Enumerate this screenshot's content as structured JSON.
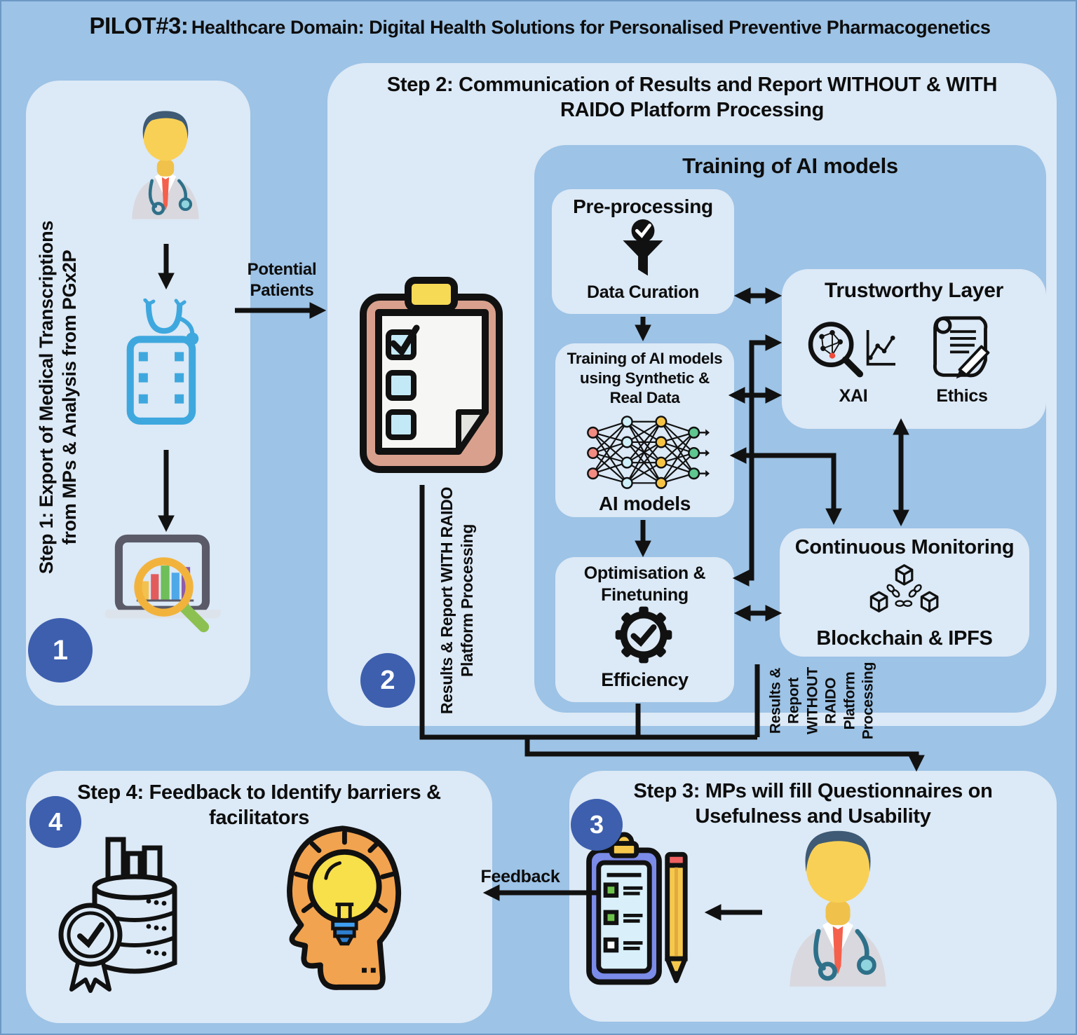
{
  "page": {
    "background": "#9DC3E6",
    "panel_bg": "#DCE9F6",
    "number_circle": "#3D5FAE",
    "ink": "#0D0D0D"
  },
  "header": {
    "title_prefix": "PILOT#3:",
    "title": "Healthcare Domain: Digital Health Solutions for Personalised Preventive Pharmacogenetics"
  },
  "labels": {
    "potential_patients": [
      "Potential",
      "Patients"
    ],
    "with_raido": [
      "Results & Report WITH RAIDO",
      "Platform Processing"
    ],
    "without_raido": [
      "Results &",
      "Report",
      "WITHOUT",
      "RAIDO",
      "Platform",
      "Processing"
    ],
    "feedback": "Feedback"
  },
  "step1": {
    "number": "1",
    "title": [
      "Step 1: Export of Medical Transcriptions",
      "from MPs & Analysis from PGx2P"
    ]
  },
  "step2": {
    "number": "2",
    "title": [
      "Step 2: Communication of Results and Report WITHOUT & WITH",
      "RAIDO Platform Processing"
    ],
    "training": {
      "title": "Training of AI models",
      "preprocessing": {
        "title": "Pre-processing",
        "caption": "Data Curation"
      },
      "ai_training": {
        "title": [
          "Training of AI models",
          "using Synthetic &",
          "Real Data"
        ],
        "caption": "AI models"
      },
      "optimisation": {
        "title": [
          "Optimisation &",
          "Finetuning"
        ],
        "caption": "Efficiency"
      },
      "trustworthy": {
        "title": "Trustworthy Layer",
        "xai_label": "XAI",
        "ethics_label": "Ethics"
      },
      "monitoring": {
        "title": "Continuous Monitoring",
        "caption": "Blockchain & IPFS"
      }
    }
  },
  "step3": {
    "number": "3",
    "title": [
      "Step 3: MPs will fill Questionnaires on",
      "Usefulness and Usability"
    ]
  },
  "step4": {
    "number": "4",
    "title": [
      "Step 4: Feedback to Identify barriers &",
      "facilitators"
    ]
  },
  "icons": {
    "step1": [
      "doctor-icon",
      "medical-transcription-film-icon",
      "laptop-analysis-icon"
    ],
    "step2": [
      "checklist-clipboard-icon",
      "funnel-check-icon",
      "neural-network-icon",
      "gear-check-icon",
      "xai-magnifier-icon",
      "ethics-scroll-icon",
      "blockchain-icon"
    ],
    "step3": [
      "questionnaire-pencil-icon",
      "doctor-icon"
    ],
    "step4": [
      "certified-database-icon",
      "head-lightbulb-icon"
    ]
  }
}
